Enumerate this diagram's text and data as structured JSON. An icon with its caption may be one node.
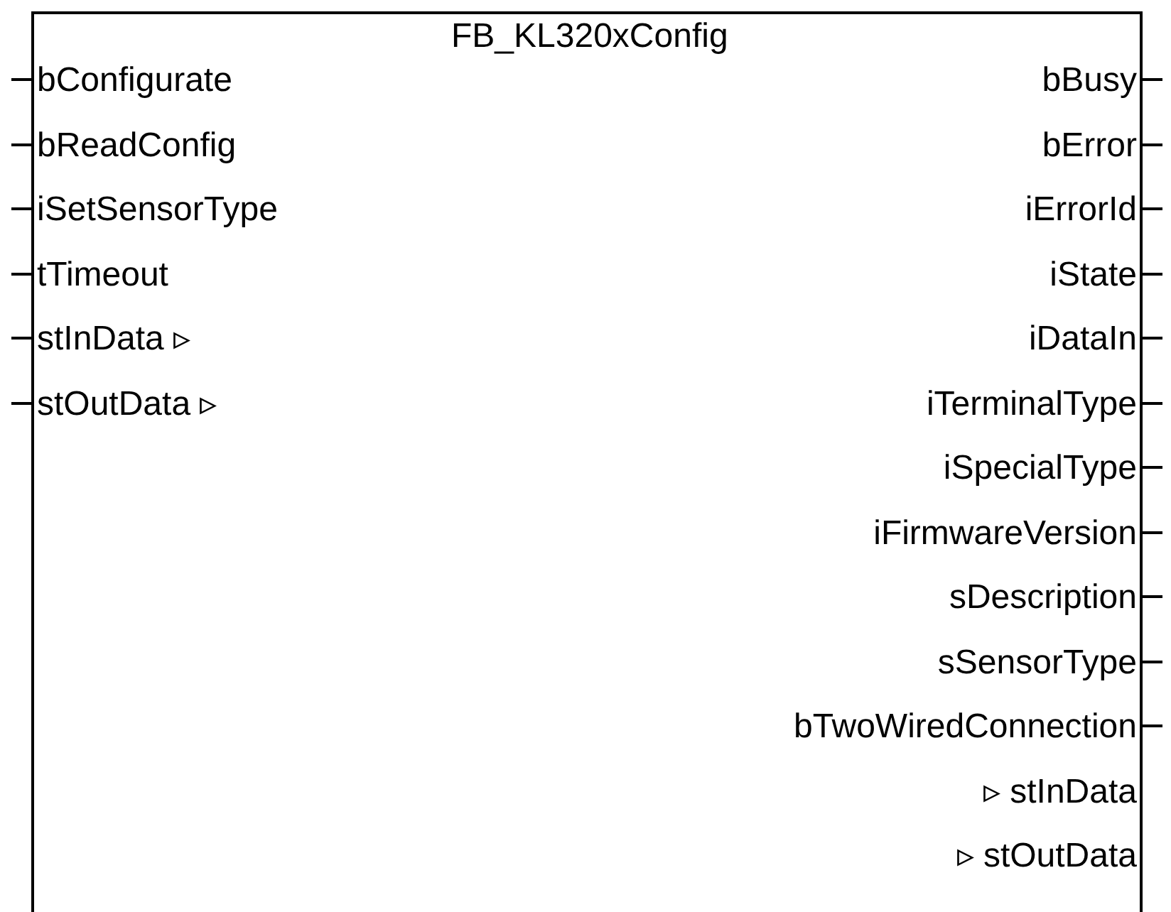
{
  "diagram": {
    "nodes": [
      {
        "text": [
          "FB_KL320xConfig"
        ]
      }
    ],
    "edges": [],
    "labels": [
      "bConfigurate",
      "bBusy",
      "bReadConfig",
      "bError",
      "iSetSensorType",
      "iErrorId",
      "tTimeout",
      "iState",
      "stInData ▹",
      "iDataIn",
      "stOutData ▹",
      "iTerminalType",
      "iSpecialType",
      "iFirmwareVersion",
      "sDescription",
      "sSensorType",
      "bTwoWiredConnection",
      "▹ stInData",
      "▹ stOutData"
    ]
  }
}
